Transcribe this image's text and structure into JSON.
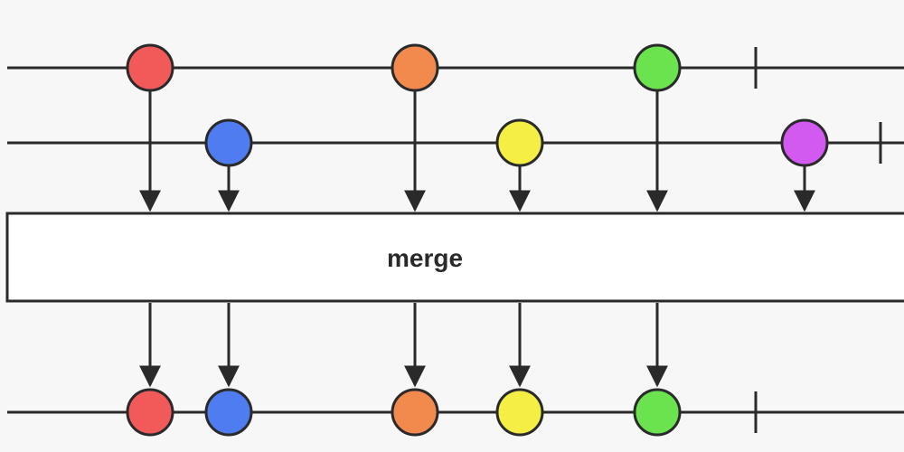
{
  "operator": {
    "label": "merge"
  },
  "colors": {
    "line": "#2a2a2a",
    "box_fill": "#ffffff",
    "red": "#f25a5a",
    "orange": "#f28a4e",
    "green": "#6be34f",
    "blue": "#4f7cf0",
    "yellow": "#f4ee45",
    "purple": "#d35af0"
  },
  "streams": {
    "input_1": {
      "events": [
        {
          "name": "red",
          "color": "red"
        },
        {
          "name": "orange",
          "color": "orange"
        },
        {
          "name": "green",
          "color": "green"
        }
      ],
      "completed": true
    },
    "input_2": {
      "events": [
        {
          "name": "blue",
          "color": "blue"
        },
        {
          "name": "yellow",
          "color": "yellow"
        },
        {
          "name": "purple",
          "color": "purple"
        }
      ],
      "completed": true
    },
    "output": {
      "events": [
        {
          "name": "red",
          "color": "red"
        },
        {
          "name": "blue",
          "color": "blue"
        },
        {
          "name": "orange",
          "color": "orange"
        },
        {
          "name": "yellow",
          "color": "yellow"
        },
        {
          "name": "green",
          "color": "green"
        }
      ],
      "completed": true
    }
  }
}
